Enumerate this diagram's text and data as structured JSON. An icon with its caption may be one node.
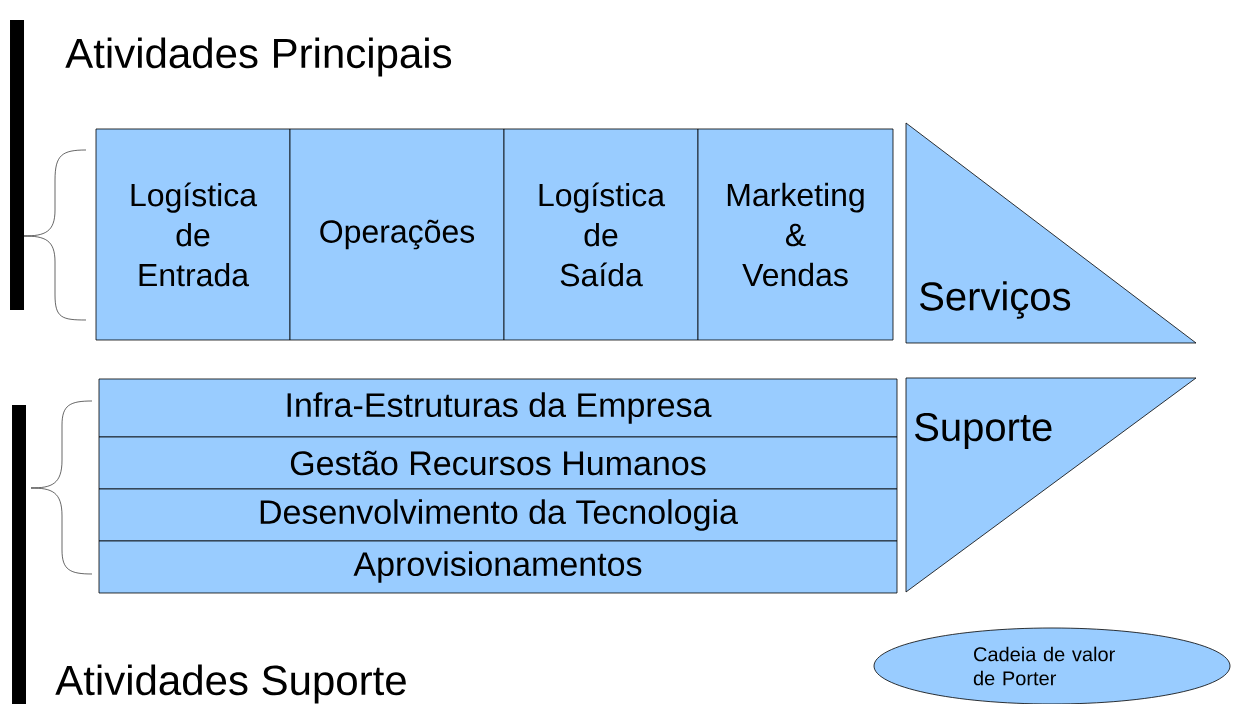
{
  "diagram": {
    "nodes": [
      {
        "text": [
          "Logística de Entrada"
        ]
      },
      {
        "text": [
          "Operações"
        ]
      },
      {
        "text": [
          "Logística de Saída"
        ]
      },
      {
        "text": [
          "Marketing & Vendas"
        ]
      },
      {
        "text": [
          "Serviços"
        ]
      },
      {
        "text": [
          "Infra-Estruturas da Empresa"
        ]
      },
      {
        "text": [
          "Gestão Recursos Humanos"
        ]
      },
      {
        "text": [
          "Desenvolvimento da Tecnologia"
        ]
      },
      {
        "text": [
          "Aprovisionamentos"
        ]
      },
      {
        "text": [
          "Suporte"
        ]
      },
      {
        "text": [
          "Cadeia de valor de Porter"
        ]
      }
    ],
    "labels": [
      "Atividades Principais",
      "Atividades Suporte"
    ]
  }
}
